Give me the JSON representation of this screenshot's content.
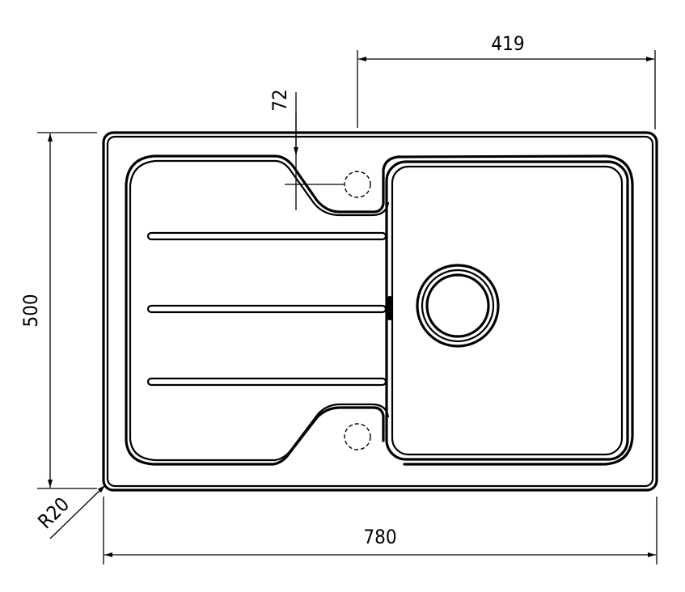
{
  "dimensions": {
    "total_width": "780",
    "total_height": "500",
    "bowl_width": "419",
    "tap_offset": "72",
    "corner_radius": "R20"
  }
}
